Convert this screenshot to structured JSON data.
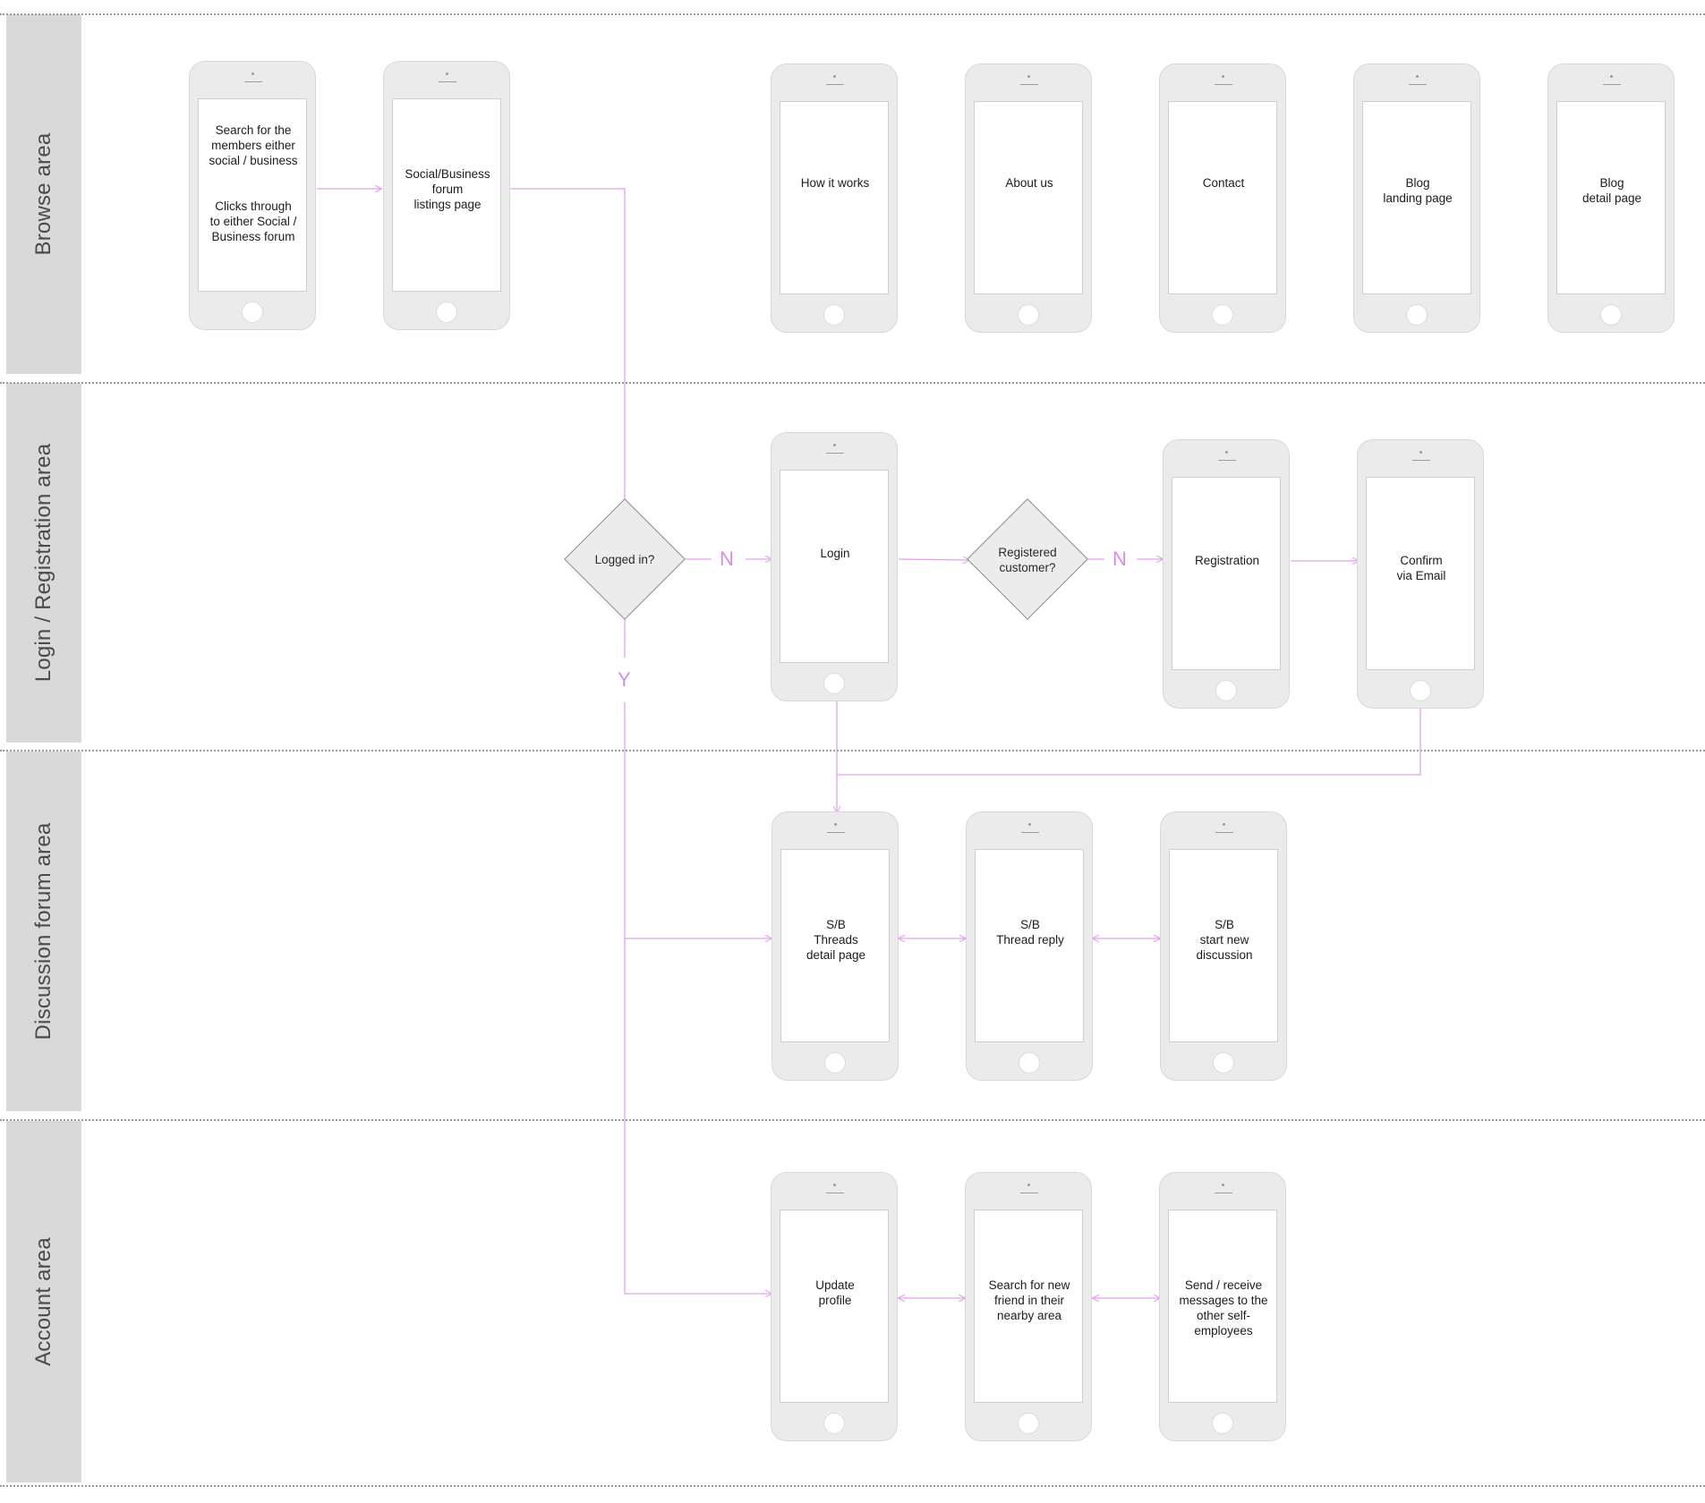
{
  "lanes": [
    {
      "label": "Browse area"
    },
    {
      "label": "Login / Registration area"
    },
    {
      "label": "Discussion forum area"
    },
    {
      "label": "Account area"
    }
  ],
  "screens": {
    "search_members": "Search for the\nmembers either\nsocial / business\n\n\nClicks through\nto either Social /\nBusiness forum",
    "forum_listings": "Social/Business\nforum\nlistings page",
    "how_it_works": "How it works",
    "about_us": "About us",
    "contact": "Contact",
    "blog_landing": "Blog\nlanding page",
    "blog_detail": "Blog\ndetail page",
    "login": "Login",
    "registration": "Registration",
    "confirm_email": "Confirm\nvia Email",
    "threads_detail": "S/B\nThreads\ndetail page",
    "thread_reply": "S/B\nThread reply",
    "start_discussion": "S/B\nstart new\ndiscussion",
    "update_profile": "Update\nprofile",
    "search_friend": "Search for new\nfriend in their\nnearby area",
    "send_messages": "Send / receive\nmessages to the\nother self-\nemployees"
  },
  "decisions": {
    "logged_in": "Logged in?",
    "registered": "Registered\ncustomer?"
  },
  "branch_labels": {
    "no": "N",
    "yes": "Y"
  },
  "colors": {
    "flow_line": "#e2a0ee",
    "lane_bg": "#d9d9d9",
    "phone_body": "#ebebeb"
  }
}
